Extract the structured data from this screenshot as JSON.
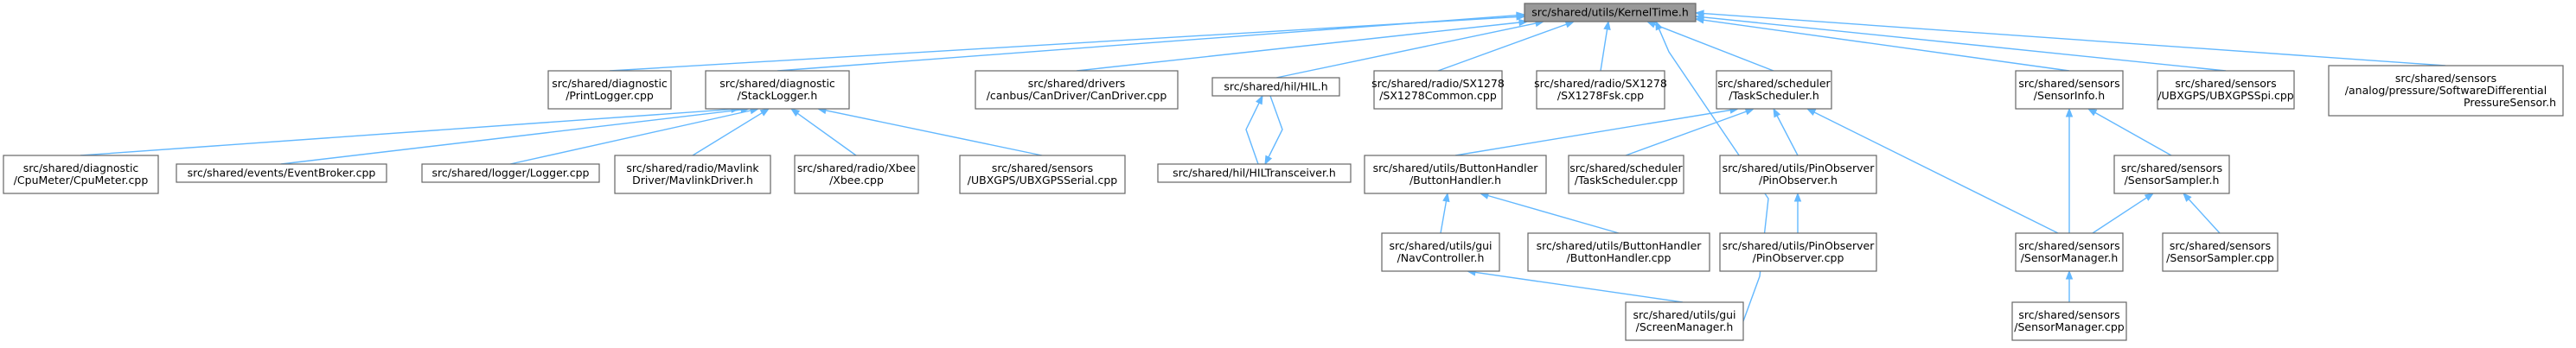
{
  "graph": {
    "type": "include-dependency-graph",
    "edge_color": "#63b8ff",
    "node_border_color": "#666666",
    "root_fill_color": "#999999",
    "nodes": [
      {
        "id": "kerneltime",
        "lines": [
          "src/shared/utils/KernelTime.h"
        ],
        "root": true
      },
      {
        "id": "printlogger",
        "lines": [
          "src/shared/diagnostic",
          "/PrintLogger.cpp"
        ]
      },
      {
        "id": "stacklogger",
        "lines": [
          "src/shared/diagnostic",
          "/StackLogger.h"
        ]
      },
      {
        "id": "candriver",
        "lines": [
          "src/shared/drivers",
          "/canbus/CanDriver/CanDriver.cpp"
        ]
      },
      {
        "id": "hil",
        "lines": [
          "src/shared/hil/HIL.h"
        ]
      },
      {
        "id": "sx1278common",
        "lines": [
          "src/shared/radio/SX1278",
          "/SX1278Common.cpp"
        ]
      },
      {
        "id": "sx1278fsk",
        "lines": [
          "src/shared/radio/SX1278",
          "/SX1278Fsk.cpp"
        ]
      },
      {
        "id": "taskscheduler",
        "lines": [
          "src/shared/scheduler",
          "/TaskScheduler.h"
        ]
      },
      {
        "id": "sensorinfo",
        "lines": [
          "src/shared/sensors",
          "/SensorInfo.h"
        ]
      },
      {
        "id": "ubxgpsspi",
        "lines": [
          "src/shared/sensors",
          "/UBXGPS/UBXGPSSpi.cpp"
        ]
      },
      {
        "id": "pressuresensor",
        "lines": [
          "src/shared/sensors",
          "/analog/pressure/SoftwareDifferential",
          "PressureSensor.h"
        ]
      },
      {
        "id": "cpumeter",
        "lines": [
          "src/shared/diagnostic",
          "/CpuMeter/CpuMeter.cpp"
        ]
      },
      {
        "id": "eventbroker",
        "lines": [
          "src/shared/events/EventBroker.cpp"
        ]
      },
      {
        "id": "logger",
        "lines": [
          "src/shared/logger/Logger.cpp"
        ]
      },
      {
        "id": "mavlinkdriver",
        "lines": [
          "src/shared/radio/Mavlink",
          "Driver/MavlinkDriver.h"
        ]
      },
      {
        "id": "xbee",
        "lines": [
          "src/shared/radio/Xbee",
          "/Xbee.cpp"
        ]
      },
      {
        "id": "ubxgpsserial",
        "lines": [
          "src/shared/sensors",
          "/UBXGPS/UBXGPSSerial.cpp"
        ]
      },
      {
        "id": "hiltransceiver",
        "lines": [
          "src/shared/hil/HILTransceiver.h"
        ]
      },
      {
        "id": "buttonhandler_h",
        "lines": [
          "src/shared/utils/ButtonHandler",
          "/ButtonHandler.h"
        ]
      },
      {
        "id": "taskscheduler_cpp",
        "lines": [
          "src/shared/scheduler",
          "/TaskScheduler.cpp"
        ]
      },
      {
        "id": "pinobserver_h",
        "lines": [
          "src/shared/utils/PinObserver",
          "/PinObserver.h"
        ]
      },
      {
        "id": "sensorsampler_h",
        "lines": [
          "src/shared/sensors",
          "/SensorSampler.h"
        ]
      },
      {
        "id": "navcontroller",
        "lines": [
          "src/shared/utils/gui",
          "/NavController.h"
        ]
      },
      {
        "id": "buttonhandler_cpp",
        "lines": [
          "src/shared/utils/ButtonHandler",
          "/ButtonHandler.cpp"
        ]
      },
      {
        "id": "pinobserver_cpp",
        "lines": [
          "src/shared/utils/PinObserver",
          "/PinObserver.cpp"
        ]
      },
      {
        "id": "sensormanager_h",
        "lines": [
          "src/shared/sensors",
          "/SensorManager.h"
        ]
      },
      {
        "id": "sensorsampler_cpp",
        "lines": [
          "src/shared/sensors",
          "/SensorSampler.cpp"
        ]
      },
      {
        "id": "screenmanager",
        "lines": [
          "src/shared/utils/gui",
          "/ScreenManager.h"
        ]
      },
      {
        "id": "sensormanager_cpp",
        "lines": [
          "src/shared/sensors",
          "/SensorManager.cpp"
        ]
      }
    ],
    "edges": [
      {
        "from": "printlogger",
        "to": "kerneltime"
      },
      {
        "from": "stacklogger",
        "to": "kerneltime"
      },
      {
        "from": "candriver",
        "to": "kerneltime"
      },
      {
        "from": "hil",
        "to": "kerneltime"
      },
      {
        "from": "sx1278common",
        "to": "kerneltime"
      },
      {
        "from": "sx1278fsk",
        "to": "kerneltime"
      },
      {
        "from": "taskscheduler",
        "to": "kerneltime"
      },
      {
        "from": "sensorinfo",
        "to": "kerneltime"
      },
      {
        "from": "ubxgpsspi",
        "to": "kerneltime"
      },
      {
        "from": "pressuresensor",
        "to": "kerneltime"
      },
      {
        "from": "screenmanager",
        "to": "kerneltime"
      },
      {
        "from": "cpumeter",
        "to": "stacklogger"
      },
      {
        "from": "eventbroker",
        "to": "stacklogger"
      },
      {
        "from": "logger",
        "to": "stacklogger"
      },
      {
        "from": "mavlinkdriver",
        "to": "stacklogger"
      },
      {
        "from": "xbee",
        "to": "stacklogger"
      },
      {
        "from": "ubxgpsserial",
        "to": "stacklogger"
      },
      {
        "from": "hiltransceiver",
        "to": "hil"
      },
      {
        "from": "hil",
        "to": "hiltransceiver"
      },
      {
        "from": "buttonhandler_h",
        "to": "taskscheduler"
      },
      {
        "from": "taskscheduler_cpp",
        "to": "taskscheduler"
      },
      {
        "from": "pinobserver_h",
        "to": "taskscheduler"
      },
      {
        "from": "sensormanager_h",
        "to": "taskscheduler"
      },
      {
        "from": "sensorsampler_h",
        "to": "sensorinfo"
      },
      {
        "from": "sensormanager_h",
        "to": "sensorinfo"
      },
      {
        "from": "navcontroller",
        "to": "buttonhandler_h"
      },
      {
        "from": "buttonhandler_cpp",
        "to": "buttonhandler_h"
      },
      {
        "from": "pinobserver_cpp",
        "to": "pinobserver_h"
      },
      {
        "from": "sensormanager_h",
        "to": "sensorsampler_h"
      },
      {
        "from": "sensorsampler_cpp",
        "to": "sensorsampler_h"
      },
      {
        "from": "screenmanager",
        "to": "navcontroller"
      },
      {
        "from": "sensormanager_cpp",
        "to": "sensormanager_h"
      }
    ]
  }
}
